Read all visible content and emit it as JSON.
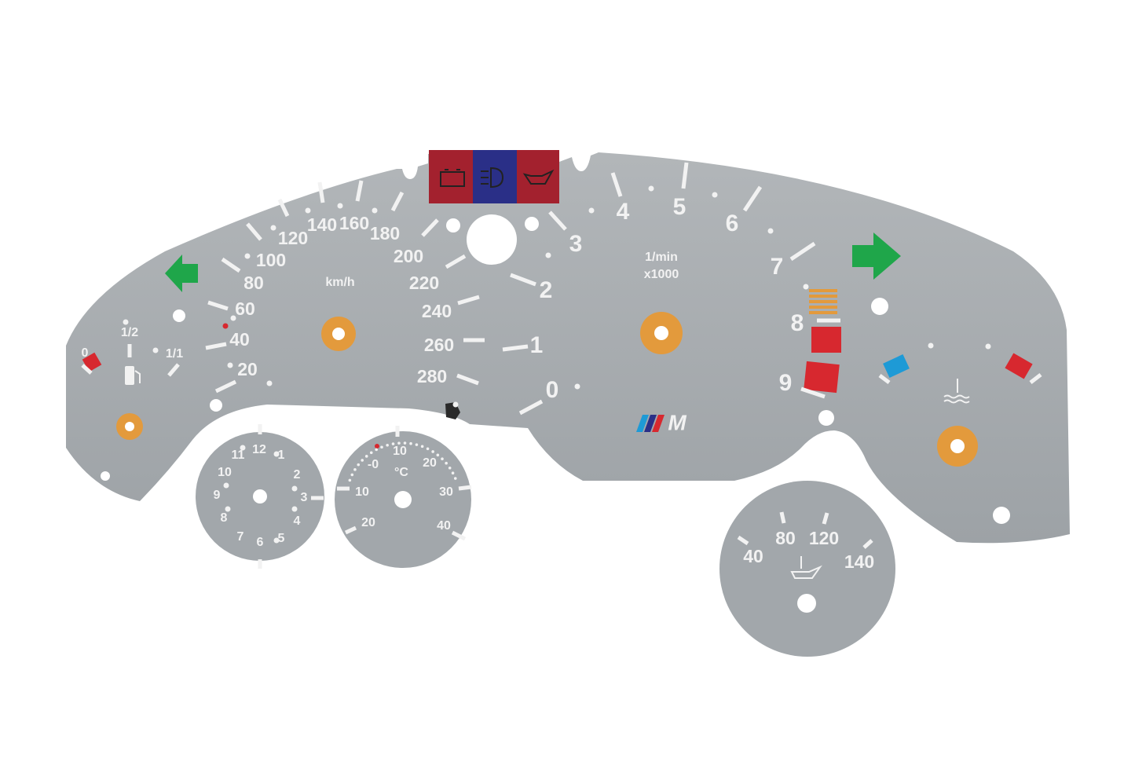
{
  "speedometer": {
    "unit": "km/h",
    "labels": [
      "20",
      "40",
      "60",
      "80",
      "100",
      "120",
      "140",
      "160",
      "180",
      "200",
      "220",
      "240",
      "260",
      "280"
    ]
  },
  "tachometer": {
    "unit_line1": "1/min",
    "unit_line2": "x1000",
    "labels": [
      "0",
      "1",
      "2",
      "3",
      "4",
      "5",
      "6",
      "7",
      "8",
      "9"
    ]
  },
  "fuel_gauge": {
    "empty": "0",
    "half": "1/2",
    "full": "1/1",
    "icon": "fuel-pump-icon"
  },
  "warning_lights": [
    {
      "icon": "battery-icon",
      "color": "#a3212e"
    },
    {
      "icon": "headlight-icon",
      "color": "#2a2f87"
    },
    {
      "icon": "oil-can-icon",
      "color": "#a3212e"
    }
  ],
  "turn_signals": {
    "color": "#1fa64a"
  },
  "clock": {
    "labels": [
      "12",
      "1",
      "2",
      "3",
      "4",
      "5",
      "6",
      "7",
      "8",
      "9",
      "10",
      "11"
    ]
  },
  "outside_temp": {
    "unit": "°C",
    "labels": [
      "-0",
      "10",
      "20",
      "30",
      "40",
      "10",
      "20"
    ]
  },
  "oil_temp": {
    "labels": [
      "40",
      "80",
      "120",
      "140"
    ],
    "icon": "oil-temp-icon"
  },
  "logo": "M",
  "colors": {
    "face": "#a4a9ad",
    "accent_orange": "#e39a3c",
    "redline": "#d7282f",
    "blue": "#1e9ad6"
  }
}
